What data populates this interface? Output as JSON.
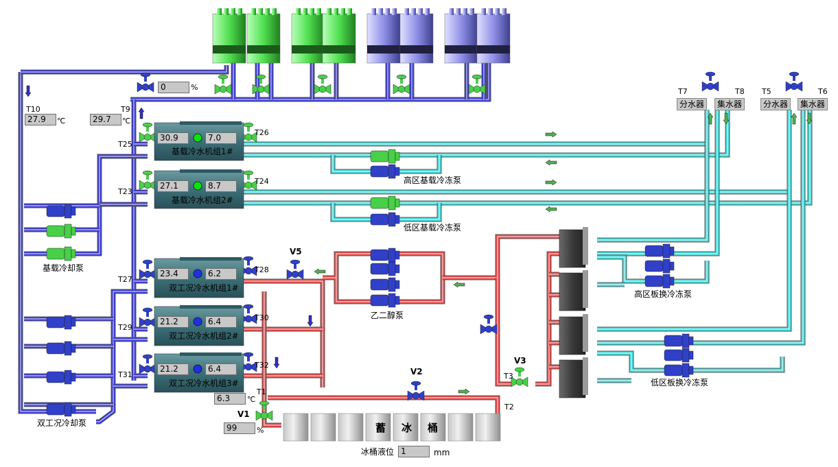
{
  "tower_valve_pct": {
    "value": "0",
    "unit": "%"
  },
  "t10": {
    "tag": "T10",
    "value": "27.9",
    "unit": "℃"
  },
  "t9": {
    "tag": "T9",
    "value": "29.7",
    "unit": "℃"
  },
  "chillers": [
    {
      "name": "基载冷水机组1#",
      "in_temp": "30.9",
      "out_temp": "7.0",
      "valve_in_tag": "T25",
      "valve_out_tag": "T26",
      "status": "running"
    },
    {
      "name": "基载冷水机组2#",
      "in_temp": "27.1",
      "out_temp": "8.7",
      "valve_in_tag": "T23",
      "valve_out_tag": "T24",
      "status": "running"
    },
    {
      "name": "双工况冷水机组1#",
      "in_temp": "23.4",
      "out_temp": "6.2",
      "valve_in_tag": "T27",
      "valve_out_tag": "T28",
      "status": "standby"
    },
    {
      "name": "双工况冷水机组2#",
      "in_temp": "21.2",
      "out_temp": "6.4",
      "valve_in_tag": "T29",
      "valve_out_tag": "T30",
      "status": "standby"
    },
    {
      "name": "双工况冷水机组3#",
      "in_temp": "21.2",
      "out_temp": "6.4",
      "valve_in_tag": "T31",
      "valve_out_tag": "T32",
      "status": "standby"
    }
  ],
  "pump_groups": {
    "base_cooling": "基载冷却泵",
    "dual_cooling": "双工况冷却泵",
    "high_base_chilled": "高区基载冷冻泵",
    "low_base_chilled": "低区基载冷冻泵",
    "glycol": "乙二醇泵",
    "high_plate": "高区板换冷冻泵",
    "low_plate": "低区板换冷冻泵"
  },
  "manifolds": {
    "left": {
      "t7": "T7",
      "t8": "T8",
      "supply": "分水器",
      "return": "集水器"
    },
    "right": {
      "t5": "T5",
      "t6": "T6",
      "supply": "分水器",
      "return": "集水器"
    }
  },
  "valves": {
    "v1": "V1",
    "v2": "V2",
    "v3": "V3",
    "v5": "V5"
  },
  "v1_pct": {
    "value": "99",
    "unit": "%"
  },
  "t1": {
    "tag": "T1",
    "value": "6.3",
    "unit": "℃"
  },
  "t2": "T2",
  "t3": "T3",
  "ice_tank": {
    "chars": [
      "蓄",
      "冰",
      "桶"
    ],
    "level_label": "冰桶液位",
    "level_value": "1",
    "level_unit": "mm"
  },
  "colors": {
    "cooling_pipe": "#3a3ad8",
    "chilled_pipe": "#40d8d8",
    "glycol_pipe": "#e84848",
    "pump_green": "#48d048",
    "pump_blue": "#3040c8",
    "tower_green": "#50e050",
    "tower_blue": "#8888e0"
  }
}
